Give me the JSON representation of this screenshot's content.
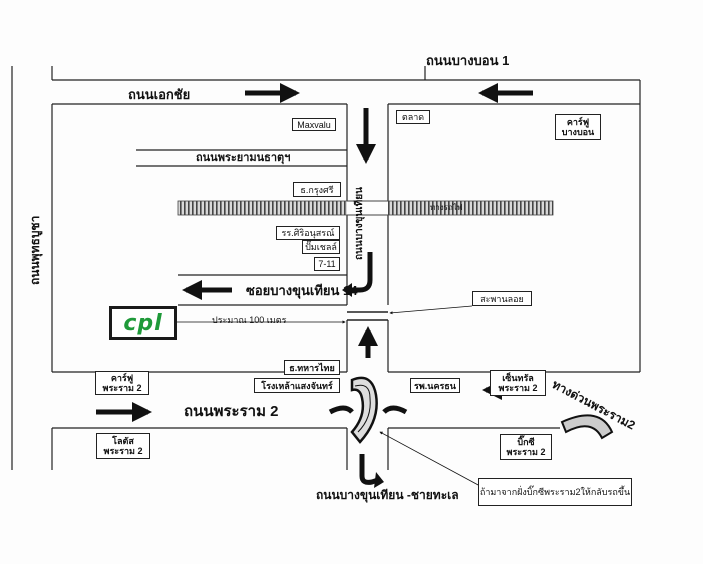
{
  "map": {
    "roads": {
      "bang_bon_1": "ถนนบางบอน 1",
      "ekachai": "ถนนเอกชัย",
      "phra_ya_montha": "ถนนพระยามนธาตุฯ",
      "soi_bang_khun_thian_14": "ซอยบางขุนเทียน 14",
      "rama_2": "ถนนพระราม 2",
      "bang_khun_thian_chaitale": "ถนนบางขุนเทียน -ชายทะเล",
      "left_vertical": "ถนนพุทธบูชา",
      "center_vertical": "ถนนบางขุนเทียน",
      "rama2_curved": "ทางด่วนพระราม2",
      "railway": "ทางรถไฟ"
    },
    "landmarks": {
      "maxvalu": "Maxvalu",
      "market": "ตลาด",
      "carrefour_bangbon_1": "คาร์ฟู",
      "carrefour_bangbon_2": "บางบอน",
      "thairungthai": "ธ.กรุงศรี",
      "school": "รร.ศิริอนุสรณ์",
      "shell": "ปั๊มเชลล์",
      "seven_eleven": "7-11",
      "overpass": "สะพานลอย",
      "distance": "ประมาณ 100 เมตร",
      "carrefour_rama2_1": "คาร์ฟู",
      "carrefour_rama2_2": "พระราม 2",
      "military_bank": "ธ.ทหารไทย",
      "liquor_factory": "โรงเหล้าแสงจันทร์",
      "nakhon_hospital": "รพ.นครธน",
      "central_1": "เซ็นทรัล",
      "central_2": "พระราม 2",
      "lotus_1": "โลตัส",
      "lotus_2": "พระราม 2",
      "bigc_1": "บิ๊กซี",
      "bigc_2": "พระราม 2",
      "note": "ถ้ามาจากฝั่งบิ๊กซีพระราม2ให้กลับรถขึ้น"
    },
    "logo": "cpl"
  }
}
